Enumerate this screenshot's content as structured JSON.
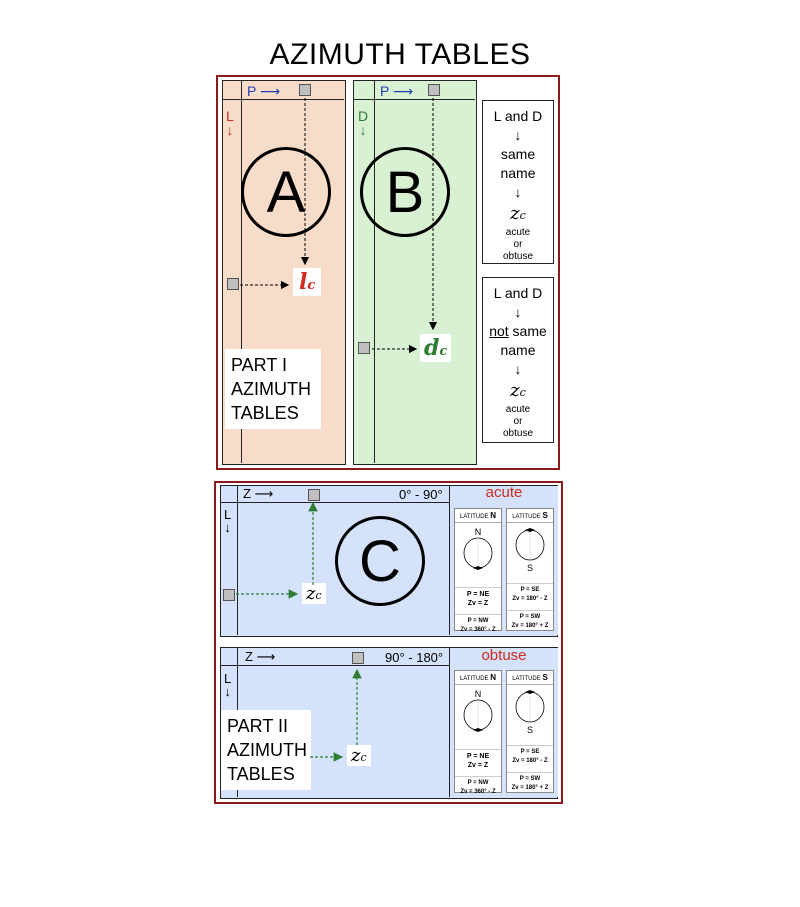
{
  "title": "AZIMUTH TABLES",
  "part1": {
    "table_a": {
      "header_arrow": "P",
      "side_arrow": "L",
      "circle": "A",
      "result": "l",
      "result_sub": "c"
    },
    "table_b": {
      "header_arrow": "P",
      "side_arrow": "D",
      "circle": "B",
      "result": "d",
      "result_sub": "c"
    },
    "label": [
      "PART I",
      "AZIMUTH",
      "TABLES"
    ],
    "rule_same": {
      "lines": [
        "L and D",
        "same",
        "name"
      ],
      "result": "z",
      "result_sub": "c",
      "caption": [
        "acute",
        "or",
        "obtuse"
      ]
    },
    "rule_not_same": {
      "lines": [
        "L and D",
        "not same",
        "name"
      ],
      "result": "z",
      "result_sub": "c",
      "caption": [
        "acute",
        "or",
        "obtuse"
      ]
    }
  },
  "part2": {
    "label": [
      "PART II",
      "AZIMUTH",
      "TABLES"
    ],
    "circle": "C",
    "tables": [
      {
        "header_arrow": "Z",
        "side_arrow": "L",
        "range": "0° - 90°",
        "tag": "acute",
        "result": "z",
        "result_sub": "c",
        "lat_n": {
          "label": "LATITUDE",
          "hemi": "N",
          "letter": "N",
          "rule1": [
            "P = NE",
            "Zv = Z"
          ],
          "rule2": [
            "P = NW",
            "Zv = 360° - Z"
          ]
        },
        "lat_s": {
          "label": "LATITUDE",
          "hemi": "S",
          "letter": "S",
          "rule1": [
            "P = SE",
            "Zv = 180° - Z"
          ],
          "rule2": [
            "P = SW",
            "Zv = 180° + Z"
          ]
        }
      },
      {
        "header_arrow": "Z",
        "side_arrow": "L",
        "range": "90° - 180°",
        "tag": "obtuse",
        "result": "z",
        "result_sub": "c",
        "lat_n": {
          "label": "LATITUDE",
          "hemi": "N",
          "letter": "N",
          "rule1": [
            "P = NE",
            "Zv = Z"
          ],
          "rule2": [
            "P = NW",
            "Zv = 360° - Z"
          ]
        },
        "lat_s": {
          "label": "LATITUDE",
          "hemi": "S",
          "letter": "S",
          "rule1": [
            "P = SE",
            "Zv = 180° - Z"
          ],
          "rule2": [
            "P = SW",
            "Zv = 180° + Z"
          ]
        }
      }
    ]
  },
  "colors": {
    "frame": "#8b1a1a",
    "red": "#d12a1f",
    "green": "#2e7d32",
    "blue": "#1f3fae",
    "peach": "#f7dcc9",
    "mint": "#d9f1d3",
    "sky": "#d4e2fb"
  }
}
